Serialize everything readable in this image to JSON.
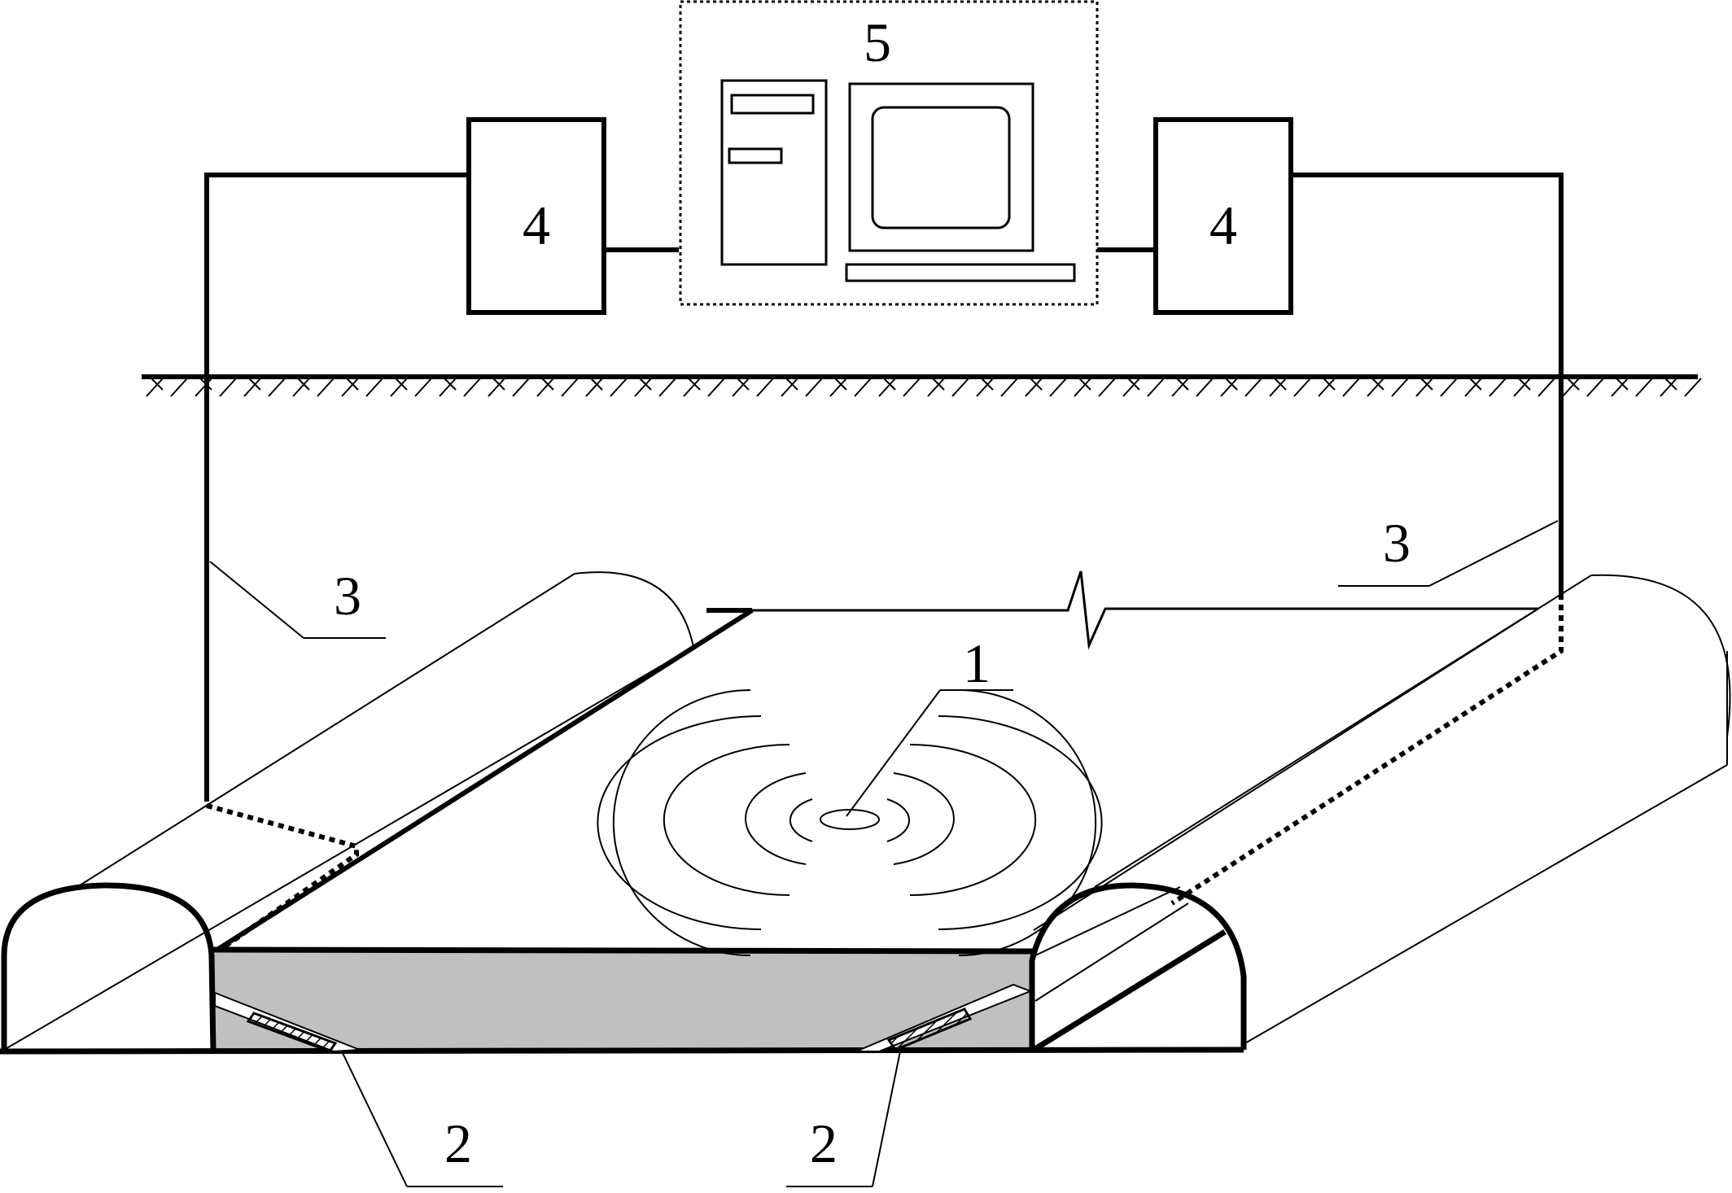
{
  "labels": {
    "source": "1",
    "sensor_left": "2",
    "sensor_right": "2",
    "cable_left": "3",
    "cable_right": "3",
    "station_left": "4",
    "station_right": "4",
    "computer": "5"
  },
  "colors": {
    "line": "#000000",
    "fill_gray": "#c0c0c0",
    "background": "#ffffff"
  }
}
